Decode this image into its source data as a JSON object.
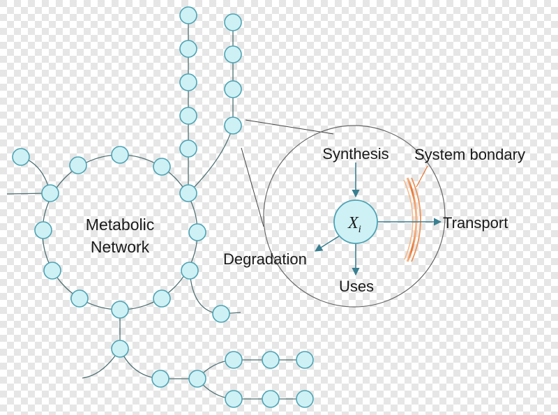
{
  "labels": {
    "network_line1": "Metabolic",
    "network_line2": "Network",
    "synthesis": "Synthesis",
    "system_boundary": "System bondary",
    "transport": "Transport",
    "degradation": "Degradation",
    "uses": "Uses",
    "node_symbol": "X",
    "node_subscript": "i"
  },
  "colors": {
    "background_checker_light": "#ffffff",
    "background_checker_dark": "#e6e6e6",
    "node_fill": "#cdf1f5",
    "node_stroke": "#4fa3b4",
    "edge": "#4f6f72",
    "arrow": "#3a7f90",
    "zoom_circle": "#666666",
    "boundary": "#ee8a4a"
  }
}
